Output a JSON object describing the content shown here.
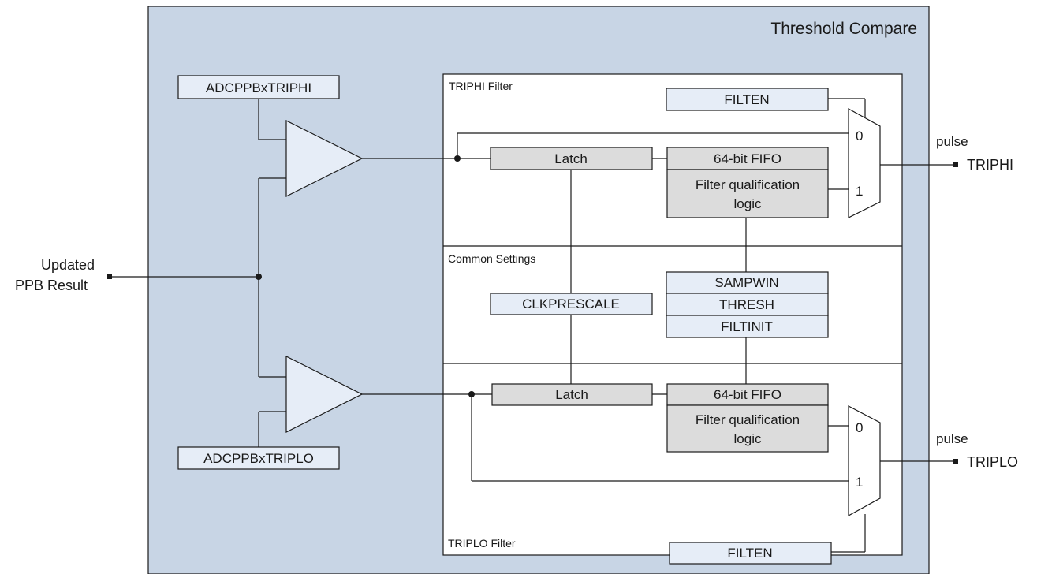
{
  "diagram": {
    "outer_title": "Threshold Compare",
    "input_label_line1": "Updated",
    "input_label_line2": "PPB Result",
    "reg_triphi": "ADCPPBxTRIPHI",
    "reg_triplo": "ADCPPBxTRIPLO",
    "section_triphi": "TRIPHI Filter",
    "section_common": "Common Settings",
    "section_triplo": "TRIPLO Filter",
    "filten": "FILTEN",
    "latch": "Latch",
    "fifo": "64-bit FIFO",
    "filter_logic_line1": "Filter qualification",
    "filter_logic_line2": "logic",
    "sampwin": "SAMPWIN",
    "thresh": "THRESH",
    "filtinit": "FILTINIT",
    "clkprescale": "CLKPRESCALE",
    "mux_in0": "0",
    "mux_in1": "1",
    "out_pulse": "pulse",
    "out_triphi": "TRIPHI",
    "out_triplo": "TRIPLO",
    "colors": {
      "panel_bg": "#c8d5e5",
      "reg_fill": "#e6edf7",
      "gray_fill": "#dcdcdc",
      "line": "#1a1a1a"
    }
  }
}
